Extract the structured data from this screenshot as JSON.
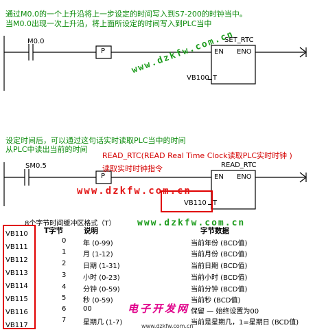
{
  "network1": {
    "comment_line1": "通过M0.0的一个上升沿将上一步设定的时间写入到S7-200的时钟当中。",
    "comment_line2": "当M0.0出现一次上升沿，将上面所设定的时间写入到PLC当中",
    "contact": "M0.0",
    "edge": "P",
    "block_name": "SET_RTC",
    "en": "EN",
    "eno": "ENO",
    "param": "VB100",
    "pin": "T"
  },
  "network2": {
    "comment_line1": "设定时间后，可以通过这句话实时读取PLC当中的时间",
    "comment_line2": "从PLC中读出当前的时间",
    "annotation_line1": "READ_RTC(READ Real  Time Clock读取PLC实时时钟 )",
    "annotation_line2": "读取实时时钟指令",
    "contact": "SM0.5",
    "edge": "P",
    "block_name": "READ_RTC",
    "en": "EN",
    "eno": "ENO",
    "param": "VB110",
    "pin": "T"
  },
  "buffer": {
    "title": "8个字节时间缓冲区格式（T）",
    "col_byte": "T字节",
    "col_desc": "说明",
    "col_data": "字节数据",
    "rows": [
      {
        "byte": "0",
        "desc": "年 (0-99)",
        "data": "当前年份 (BCD值)"
      },
      {
        "byte": "1",
        "desc": "月 (1-12)",
        "data": "当前月份 (BCD值)"
      },
      {
        "byte": "2",
        "desc": "日期 (1-31)",
        "data": "当前日期 (BCD值)"
      },
      {
        "byte": "3",
        "desc": "小时 (0-23)",
        "data": "当前小时 (BCD值)"
      },
      {
        "byte": "4",
        "desc": "分钟 (0-59)",
        "data": "当前分钟 (BCD值)"
      },
      {
        "byte": "5",
        "desc": "秒 (0-59)",
        "data": "当前秒 (BCD值)"
      },
      {
        "byte": "6",
        "desc": "00",
        "data": "保留 — 始终设置为00"
      },
      {
        "byte": "7",
        "desc": "星期几 (1-7)",
        "data": "当前是星期几，1=星期日 (BCD值)"
      }
    ],
    "vb_labels": [
      "VB110",
      "VB111",
      "VB112",
      "VB113",
      "VB114",
      "VB115",
      "VB116",
      "VB117"
    ]
  },
  "watermarks": {
    "site": "www.dzkfw.com.cn",
    "brand": "电子开发网",
    "brand_url": "www.dzkfw.com.cn"
  },
  "colors": {
    "comment": "#0a8a0a",
    "annotation": "#d40000",
    "watermark": "#1b9b1b",
    "brand": "#e0008a"
  }
}
